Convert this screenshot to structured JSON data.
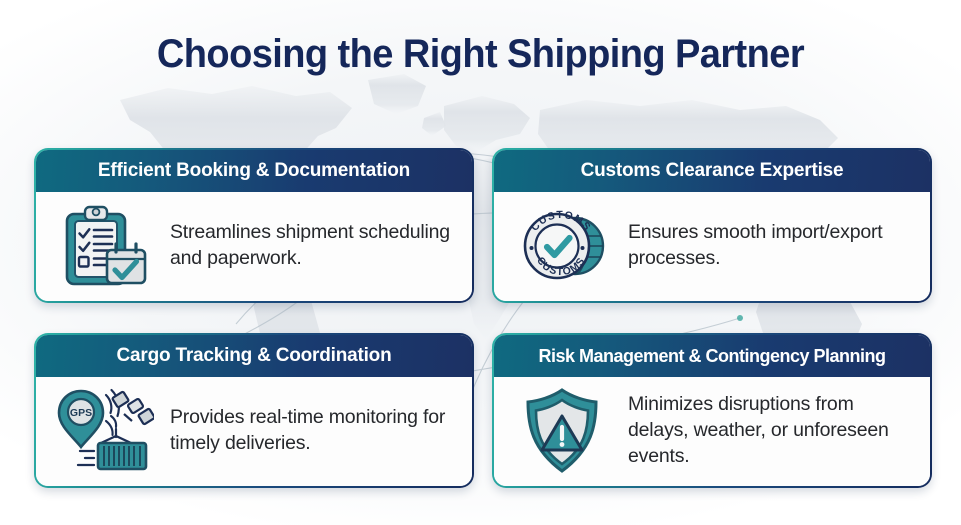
{
  "header": {
    "title": "Choosing the Right Shipping Partner"
  },
  "theme": {
    "title_color": "#15275a",
    "header_gradient_start": "#0f6a80",
    "header_gradient_end": "#1c3164",
    "border_gradient_start": "#2fb4a8",
    "border_gradient_end": "#152c5e",
    "body_text_color": "#26282c",
    "card_background": "#fdfdfd",
    "page_background": "#f4f6f8",
    "icon_teal": "#2d8f97",
    "icon_navy": "#1d2f55"
  },
  "background": {
    "graphic": "world-map-silhouette",
    "map_fill": "#e3e6e9",
    "route_stroke": "#b9c4cc",
    "route_count": 5,
    "node_color": "#3aa9a0"
  },
  "cards": [
    {
      "id": "efficient-booking",
      "title": "Efficient Booking & Documentation",
      "text": "Streamlines shipment scheduling and paperwork.",
      "icon": "clipboard-checklist-calendar-icon",
      "tight": false
    },
    {
      "id": "customs-clearance",
      "title": "Customs Clearance Expertise",
      "text": "Ensures smooth import/export processes.",
      "icon": "customs-stamp-globe-icon",
      "icon_label_top": "CUSTOMS",
      "icon_label_bottom": "CUSTOMS",
      "tight": false
    },
    {
      "id": "cargo-tracking",
      "title": "Cargo Tracking & Coordination",
      "text": "Provides real-time monitoring for timely deliveries.",
      "icon": "gps-satellite-container-icon",
      "icon_label": "GPS",
      "tight": false
    },
    {
      "id": "risk-management",
      "title": "Risk Management & Contingency Planning",
      "text": "Minimizes disruptions from delays, weather, or unforeseen events.",
      "icon": "shield-warning-icon",
      "tight": true
    }
  ]
}
